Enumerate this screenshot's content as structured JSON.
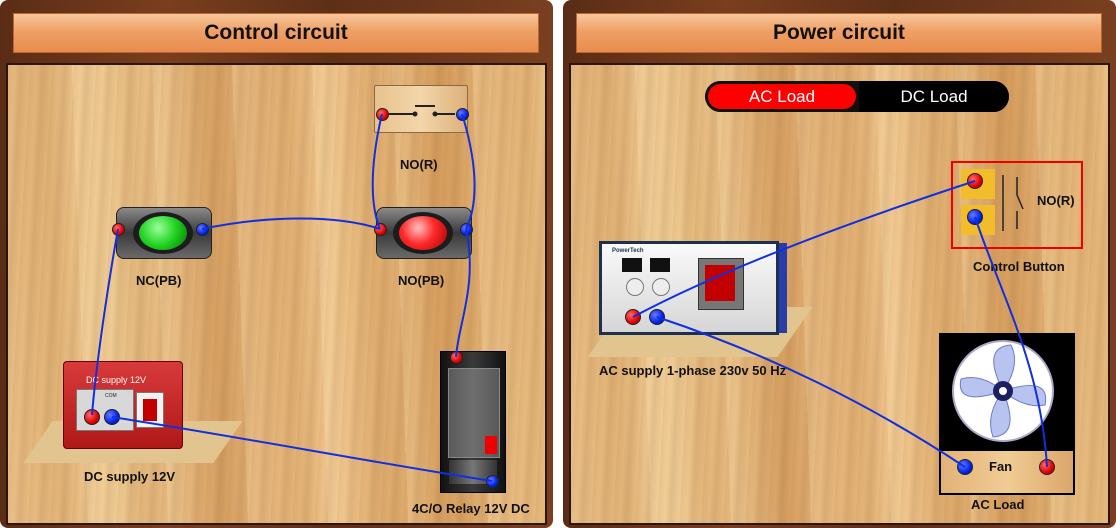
{
  "left_panel": {
    "title": "Control circuit",
    "labels": {
      "no_r": "NO(R)",
      "nc_pb": "NC(PB)",
      "no_pb": "NO(PB)",
      "dc_supply": "DC supply 12V",
      "dc_supply_face": "DC supply 12V",
      "dc_supply_com": "COM",
      "relay": "4C/O Relay 12V DC"
    }
  },
  "right_panel": {
    "title": "Power circuit",
    "tabs": {
      "active": "AC Load",
      "inactive": "DC Load"
    },
    "labels": {
      "no_r": "NO(R)",
      "control_button": "Control Button",
      "ac_supply": "AC supply 1-phase 230v 50 Hz",
      "fan": "Fan",
      "ac_load": "AC Load",
      "device_brand": "PowerTech"
    }
  },
  "colors": {
    "wire": "#1030e0",
    "terminal_red": "#e00000",
    "terminal_blue": "#0022ee",
    "tab_active": "#ff0000",
    "tab_inactive": "#000000",
    "header": "#efa067"
  },
  "icons": [
    "push-button-icon",
    "relay-icon",
    "dc-supply-icon",
    "ac-supply-icon",
    "fan-icon",
    "switch-contact-icon"
  ]
}
